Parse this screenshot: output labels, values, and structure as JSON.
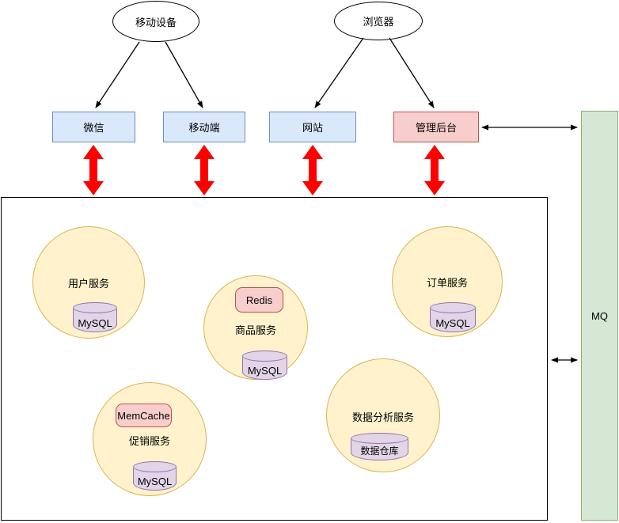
{
  "nodes": {
    "mobile_device": "移动设备",
    "browser": "浏览器",
    "wechat": "微信",
    "mobile_client": "移动端",
    "website": "网站",
    "admin": "管理后台",
    "mq": "MQ"
  },
  "services": {
    "user": {
      "name": "用户服务",
      "db": "MySQL"
    },
    "product": {
      "name": "商品服务",
      "cache": "Redis",
      "db": "MySQL"
    },
    "order": {
      "name": "订单服务",
      "db": "MySQL"
    },
    "promo": {
      "name": "促销服务",
      "cache": "MemCache",
      "db": "MySQL"
    },
    "analytics": {
      "name": "数据分析服务",
      "db": "数据仓库"
    }
  },
  "colors": {
    "client_fill": "#dae8fc",
    "client_border": "#6c8ebf",
    "admin_fill": "#f8cecc",
    "admin_border": "#b85450",
    "mq_fill": "#d5e8d4",
    "mq_border": "#82b366",
    "service_fill": "#fff2cc",
    "service_border": "#d6b656",
    "db_fill": "#e1d5e7",
    "db_border": "#9673a6",
    "arrow_red": "#ff0000",
    "arrow_black": "#000000"
  }
}
